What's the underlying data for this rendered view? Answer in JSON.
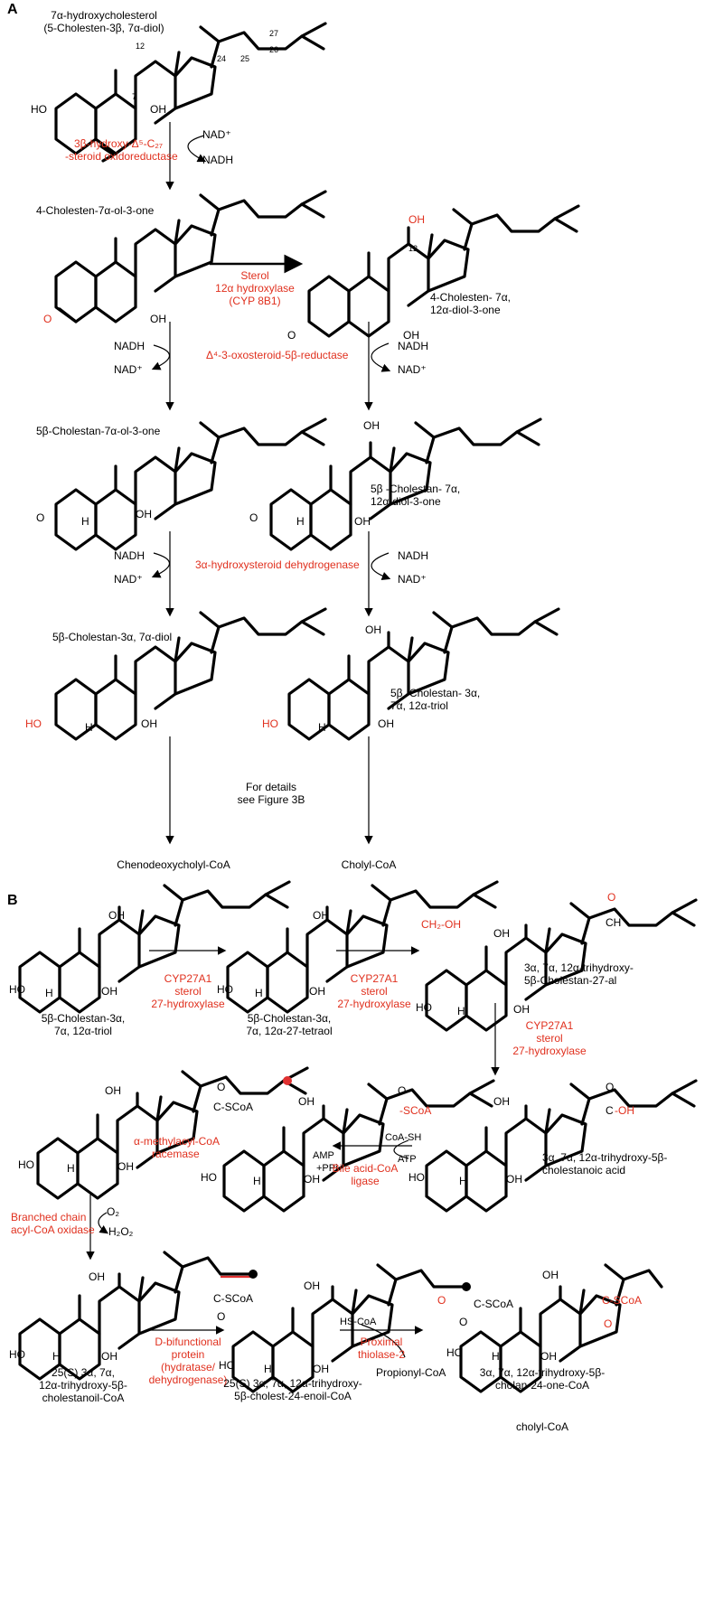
{
  "panels": {
    "a": "A",
    "b": "B"
  },
  "panel_a": {
    "m1": "7α-hydroxycholesterol",
    "m1b": "(5-Cholesten-3β, 7α-diol)",
    "n12": "12",
    "n24": "24",
    "n25": "25",
    "n26": "26",
    "n27": "27",
    "n7": "7",
    "ho": "HO",
    "oh": "OH",
    "o": "O",
    "h": "H",
    "enz1a": "3β-hydroxy-Δ⁵-C₂₇",
    "enz1b": "-steroid oxidoreductase",
    "nadp": "NAD⁺",
    "nadh": "NADH",
    "m2": "4-Cholesten-7α-ol-3-one",
    "enz2a": "Sterol",
    "enz2b": "12α hydroxylase",
    "enz2c": "(CYP 8B1)",
    "m3a": "4-Cholesten- 7α,",
    "m3b": "12α-diol-3-one",
    "enz3": "Δ⁴-3-oxosteroid-5β-reductase",
    "m4": "5β-Cholestan-7α-ol-3-one",
    "m5a": "5β -Cholestan- 7α,",
    "m5b": "12α-diol-3-one",
    "enz4": "3α-hydroxysteroid dehydrogenase",
    "m6": "5β-Cholestan-3α, 7α-diol",
    "m7a": "5β -Cholestan- 3α,",
    "m7b": "7α, 12α-triol",
    "detail1": "For details",
    "detail2": "see Figure 3B",
    "p1": "Chenodeoxycholyl-CoA",
    "p2": "Cholyl-CoA"
  },
  "panel_b": {
    "s1a": "5β-Cholestan-3α,",
    "s1b": "7α, 12α-triol",
    "cyp": "CYP27A1",
    "sterol": "sterol",
    "hyd": "27-hydroxylase",
    "s2a": "5β-Cholestan-3α,",
    "s2b": "7α, 12α-27-tetraol",
    "ch2oh": "CH₂-OH",
    "s3a": "3α, 7α, 12α-trihydroxy-",
    "s3b": "5β-Cholestan-27-al",
    "ald_o": "O",
    "ald_ch": "CH",
    "s4a": "3α, 7α, 12α-trihydroxy-5β-",
    "s4b": "cholestanoic acid",
    "acid_o": "O",
    "acid_c": "C",
    "acid_oh": "-OH",
    "cosh": "CoA-SH",
    "atp": "ATP",
    "amp": "AMP",
    "ppi": "+PPi",
    "lig1": "Bile acid-CoA",
    "lig2": "ligase",
    "scoa": "C-SCoA",
    "scoa_red": "-SCoA",
    "o": "O",
    "rac1": "α-methylacyl-CoA",
    "rac2": "racemase",
    "ox1": "Branched chain",
    "ox2": "acyl-CoA oxidase",
    "o2": "O₂",
    "h2o2": "H₂O₂",
    "s5a": "25(S) 3α, 7α,",
    "s5b": "12α-trihydroxy-5β-",
    "s5c": "cholestanoil-CoA",
    "dbp1": "D-bifunctional",
    "dbp2": "protein",
    "dbp3": "(hydratase/",
    "dbp4": "dehydrogenase)",
    "s6a": "25(S) 3α, 7α, 12α-trihydroxy-",
    "s6b": "5β-cholest-24-enoil-CoA",
    "hscoa": "HS-CoA",
    "thio1": "Proximal",
    "thio2": "thiolase-2",
    "prop": "Propionyl-CoA",
    "s7a": "3α, 7α, 12α-trihydroxy-5β-",
    "s7b": "cholan-24-one-CoA",
    "cholyl": "cholyl-CoA",
    "ho": "HO",
    "oh": "OH",
    "h": "H"
  },
  "colors": {
    "enzyme_red": "#e0301e",
    "bond_black": "#000000"
  }
}
